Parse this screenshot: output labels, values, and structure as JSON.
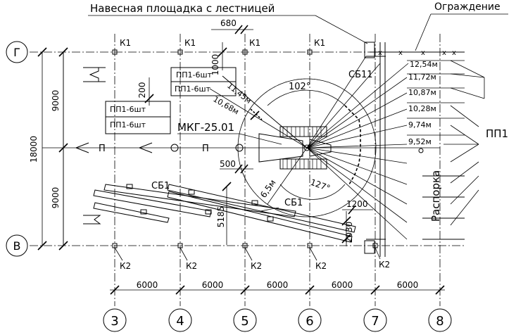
{
  "title_top": "Навесная площадка с лестницей",
  "title_right": "Ограждение",
  "axes_bottom": [
    "3",
    "4",
    "5",
    "6",
    "7",
    "8"
  ],
  "axes_left": [
    "Г",
    "В"
  ],
  "dim_bottom": [
    "6000",
    "6000",
    "6000",
    "6000",
    "6000"
  ],
  "dim_left_total": "18000",
  "dim_left_parts": [
    "9000",
    "9000"
  ],
  "columns_top": [
    "К1",
    "К1",
    "К1",
    "К1"
  ],
  "columns_bottom": [
    "К2",
    "К2",
    "К2",
    "К2",
    "К2"
  ],
  "dims_misc": {
    "d680": "680",
    "d1000": "1000",
    "d200": "200",
    "d500": "500",
    "d1200": "1200",
    "d2030": "2030",
    "d5185": "5185"
  },
  "packages": [
    {
      "line1": "ПП1-6шт",
      "line2": "ПП1-6шт"
    },
    {
      "line1": "ПП1-6шт",
      "line2": "ПП1-6шт"
    }
  ],
  "crane": "МКГ-25.01",
  "radii": {
    "r1": "11,45м",
    "r2": "10,68м",
    "r3": "6,5м"
  },
  "angles": {
    "a1": "102°",
    "a2": "127°"
  },
  "reach_labels": [
    "12,54м",
    "11,72м",
    "10,87м",
    "10,28м",
    "9,74м",
    "9,52м"
  ],
  "sb": {
    "sb1a": "СБ1",
    "sb1b": "СБ1",
    "sb11": "СБ11"
  },
  "side_labels": {
    "pp1": "ПП1",
    "rasporka": "Распорка"
  },
  "path_labels": {
    "p1": "П",
    "p2": "П"
  }
}
